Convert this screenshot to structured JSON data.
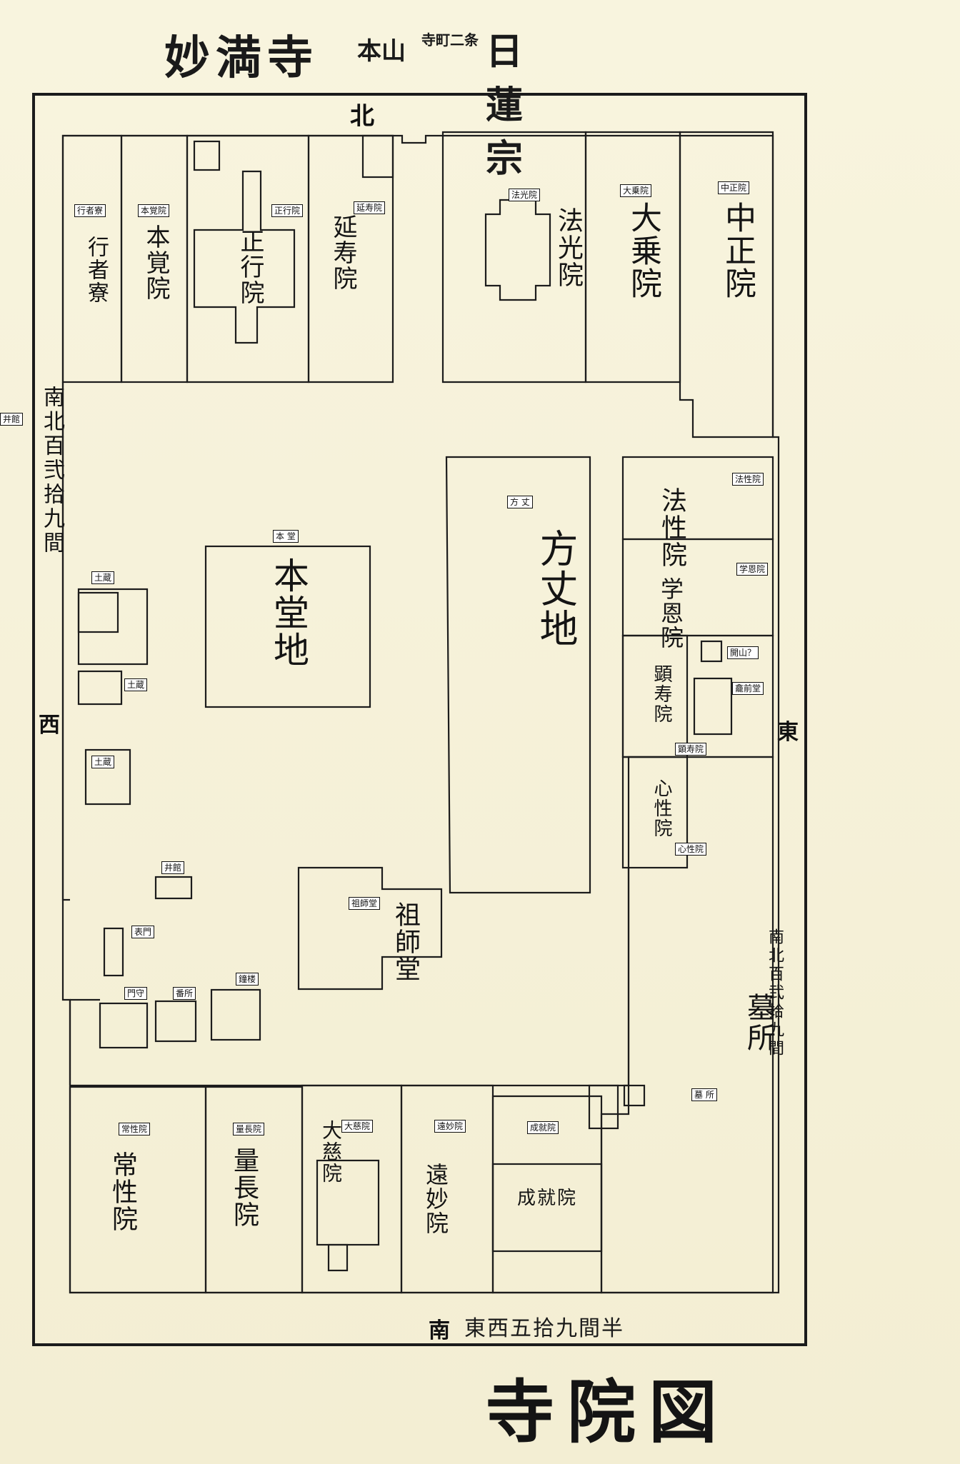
{
  "header": {
    "title_main": "妙満寺",
    "title_sect": "日蓮宗",
    "title_honzan": "本山",
    "title_location": "寺町二条"
  },
  "footer": {
    "title": "寺院図"
  },
  "directions": {
    "north": "北",
    "south": "南",
    "east": "東",
    "west": "西"
  },
  "side_notes": {
    "west_dimension": "南北百弐拾九間",
    "east_dimension": "南北百弐拾九間",
    "south_dimension": "東西五拾九間半"
  },
  "labels": {
    "gyojaryo": "行者寮",
    "hongakuin": "本覚院",
    "shogyoin": "正行院",
    "enjuin": "延寿院",
    "hokoin": "法光院",
    "daijoin": "大乗院",
    "chushoin": "中正院",
    "hoshoin": "法性院",
    "gakuonin": "学恩院",
    "kaizan": "開山？",
    "kyozendo": "龕前堂",
    "kenjuin": "顕寿院",
    "shinshoin": "心性院",
    "hondo": "本 堂",
    "hojo": "方 丈",
    "dozo1": "土蔵",
    "dozo2": "土蔵",
    "dozo3": "土蔵",
    "idokan": "井館",
    "idokan_outer": "井館",
    "soshido": "祖師堂",
    "omotemon": "表門",
    "monshu": "門守",
    "bansho": "番所",
    "shoro": "鐘楼",
    "josho_in": "常性院",
    "ryocho_in": "量長院",
    "daiji_in": "大慈院",
    "ryomyo_in": "遠妙院",
    "jojuin": "成就院",
    "bosho": "墓 所"
  },
  "big_text": {
    "gyojaryo": "行者寮",
    "hongakuin": "本覚院",
    "shogyoin": "正行院",
    "enjuin": "延寿院",
    "hokoin": "法光院",
    "daijoin": "大乗院",
    "chushoin": "中正院",
    "hoshoin": "法性院",
    "gakuonin": "学恩院",
    "hondo": "本堂地",
    "hojo": "方丈地",
    "soshido": "祖師堂",
    "josho_in": "常性院",
    "ryocho_in": "量長院",
    "daiji_in": "大慈院",
    "ryomyo_in": "遠妙院",
    "jojuin": "成就院",
    "bosho": "墓所",
    "kenjuin": "顕寿院",
    "shinshoin": "心性院"
  },
  "colors": {
    "paper": "#f7f3dc",
    "ink": "#1a1a1a"
  }
}
